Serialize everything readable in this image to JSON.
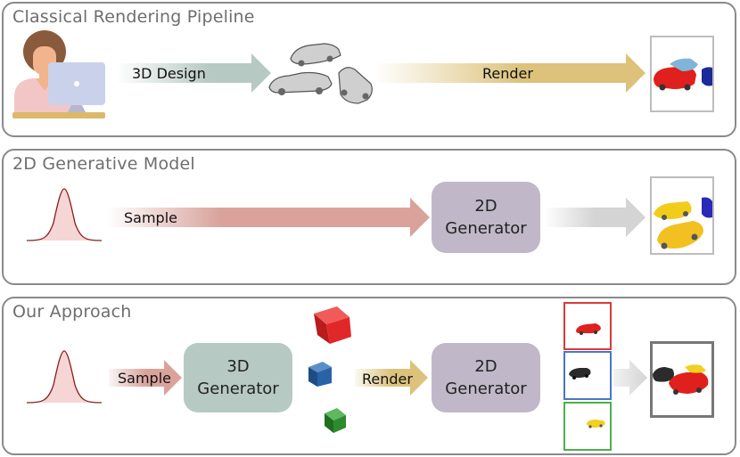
{
  "panels": {
    "classical": {
      "title": "Classical Rendering Pipeline",
      "arrow1_label": "3D Design",
      "arrow2_label": "Render"
    },
    "generative2d": {
      "title": "2D Generative Model",
      "arrow_label": "Sample",
      "generator_line1": "2D",
      "generator_line2": "Generator"
    },
    "approach": {
      "title": "Our Approach",
      "sample_label": "Sample",
      "generator3d_line1": "3D",
      "generator3d_line2": "Generator",
      "render_label": "Render",
      "generator2d_line1": "2D",
      "generator2d_line2": "Generator"
    }
  },
  "colors": {
    "design_arrow": "#b7c9c3",
    "render_arrow": "#dcc27a",
    "sample_arrow": "#d9a39c",
    "gray_arrow": "#d4d4d4",
    "generator2d_box": "#c0b8c8",
    "generator3d_box": "#b7c9c3",
    "frame_red": "#d93a3a",
    "frame_blue": "#4a77c0",
    "frame_green": "#4caf50"
  }
}
